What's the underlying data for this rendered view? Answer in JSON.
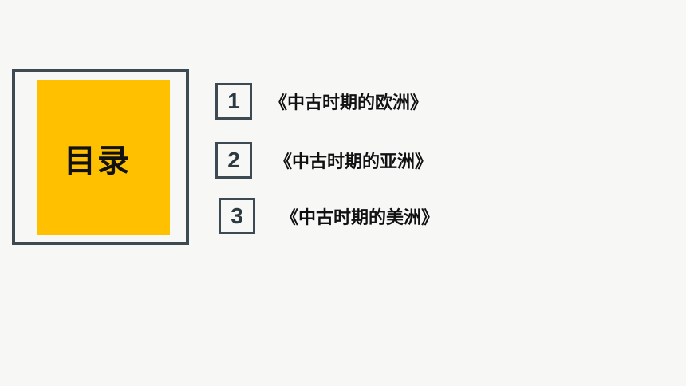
{
  "slide": {
    "title": "目录",
    "accent_color": "#ffc000",
    "frame_color": "#3e4a52",
    "items": [
      {
        "number": "1",
        "label": "《中古时期的欧洲》"
      },
      {
        "number": "2",
        "label": "《中古时期的亚洲》"
      },
      {
        "number": "3",
        "label": "《中古时期的美洲》"
      }
    ]
  }
}
